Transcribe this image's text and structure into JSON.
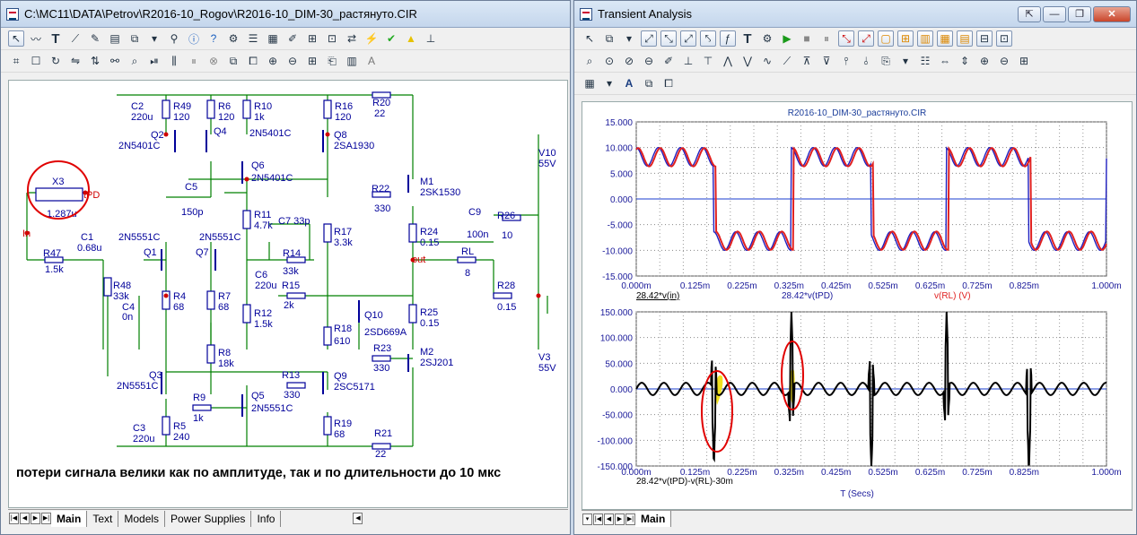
{
  "win1": {
    "title": "C:\\MC11\\DATA\\Petrov\\R2016-10_Rogov\\R2016-10_DIM-30_растянуто.CIR",
    "tabs": [
      "Main",
      "Text",
      "Models",
      "Power Supplies",
      "Info"
    ],
    "caption": "потери сигнала велики как по амплитуде, так и по длительности до 10 мкс"
  },
  "win2": {
    "title": "Transient Analysis",
    "tabs": [
      "Main"
    ]
  },
  "schematic": {
    "labels": [
      "C2",
      "220u",
      "R49",
      "120",
      "R6",
      "120",
      "R10",
      "1k",
      "R16",
      "120",
      "R20",
      "22",
      "Q2",
      "2N5401C",
      "Q4",
      "2N5401C",
      "Q8",
      "2SA1930",
      "V10",
      "55V",
      "Q6",
      "2N5401C",
      "X3",
      "tPD",
      "1.287u",
      "C5",
      "150p",
      "R22",
      "330",
      "M1",
      "2SK1530",
      "R11",
      "4.7k",
      "C7 33p",
      "C9",
      "100n",
      "R26",
      "10",
      "In",
      "2N5551C",
      "Q1",
      "C1",
      "0.68u",
      "2N5551C",
      "Q7",
      "R14",
      "33k",
      "R17",
      "3.3k",
      "R24",
      "0.15",
      "out",
      "RL",
      "8",
      "R47",
      "1.5k",
      "C6",
      "220u",
      "R15",
      "2k",
      "R28",
      "0.15",
      "R48",
      "33k",
      "C4",
      "0n",
      "R4",
      "68",
      "R7",
      "68",
      "R12",
      "1.5k",
      "Q10",
      "2SD669A",
      "R25",
      "0.15",
      "R18",
      "610",
      "R23",
      "330",
      "M2",
      "2SJ201",
      "V3",
      "55V",
      "R8",
      "18k",
      "Q3",
      "2N5551C",
      "R13",
      "330",
      "Q9",
      "2SC5171",
      "R9",
      "1k",
      "Q5",
      "2N5551C",
      "R19",
      "68",
      "C3",
      "220u",
      "R5",
      "240",
      "R21",
      "22"
    ]
  },
  "plot1": {
    "title": "R2016-10_DIM-30_растянуто.CIR",
    "y_ticks": [
      "15.000",
      "10.000",
      "5.000",
      "0.000",
      "-5.000",
      "-10.000",
      "-15.000"
    ],
    "x_ticks": [
      "0.000m",
      "0.125m",
      "0.225m",
      "0.325m",
      "0.425m",
      "0.525m",
      "0.625m",
      "0.725m",
      "0.825m",
      "1.000m"
    ],
    "legend": [
      "28.42*v(in)",
      "28.42*v(tPD)",
      "v(RL) (V)"
    ],
    "colors": {
      "blue": "#2020c0",
      "red": "#e02020"
    }
  },
  "plot2": {
    "y_ticks": [
      "150.000",
      "100.000",
      "50.000",
      "0.000",
      "-50.000",
      "-100.000",
      "-150.000"
    ],
    "x_ticks": [
      "0.000m",
      "0.125m",
      "0.225m",
      "0.325m",
      "0.425m",
      "0.525m",
      "0.625m",
      "0.725m",
      "0.825m",
      "1.000m"
    ],
    "legend": "28.42*v(tPD)-v(RL)-30m",
    "xlabel": "T (Secs)"
  }
}
